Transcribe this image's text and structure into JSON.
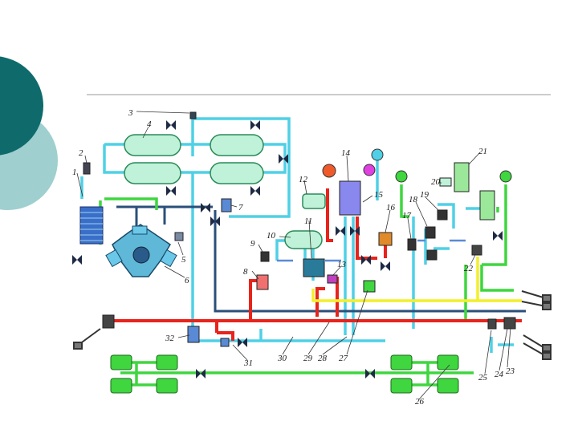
{
  "colors": {
    "teal_dark": "#0f6b6b",
    "teal_light": "#9fcfcf",
    "rule": "#9a9a9a",
    "pipe_cyan": "#4fd0e6",
    "pipe_red": "#e8231c",
    "pipe_green": "#3fd63f",
    "pipe_yellow": "#f2ef2a",
    "pipe_navy": "#2a4f7a",
    "pipe_blue": "#5a8ad6",
    "tank_fill": "#bff2d8",
    "tank_stroke": "#2a8a5a"
  },
  "labels": [
    "1",
    "2",
    "3",
    "4",
    "5",
    "6",
    "7",
    "8",
    "9",
    "10",
    "11",
    "12",
    "13",
    "14",
    "15",
    "16",
    "17",
    "18",
    "19",
    "20",
    "21",
    "22",
    "23",
    "24",
    "25",
    "26",
    "27",
    "28",
    "29",
    "30",
    "31",
    "32"
  ]
}
